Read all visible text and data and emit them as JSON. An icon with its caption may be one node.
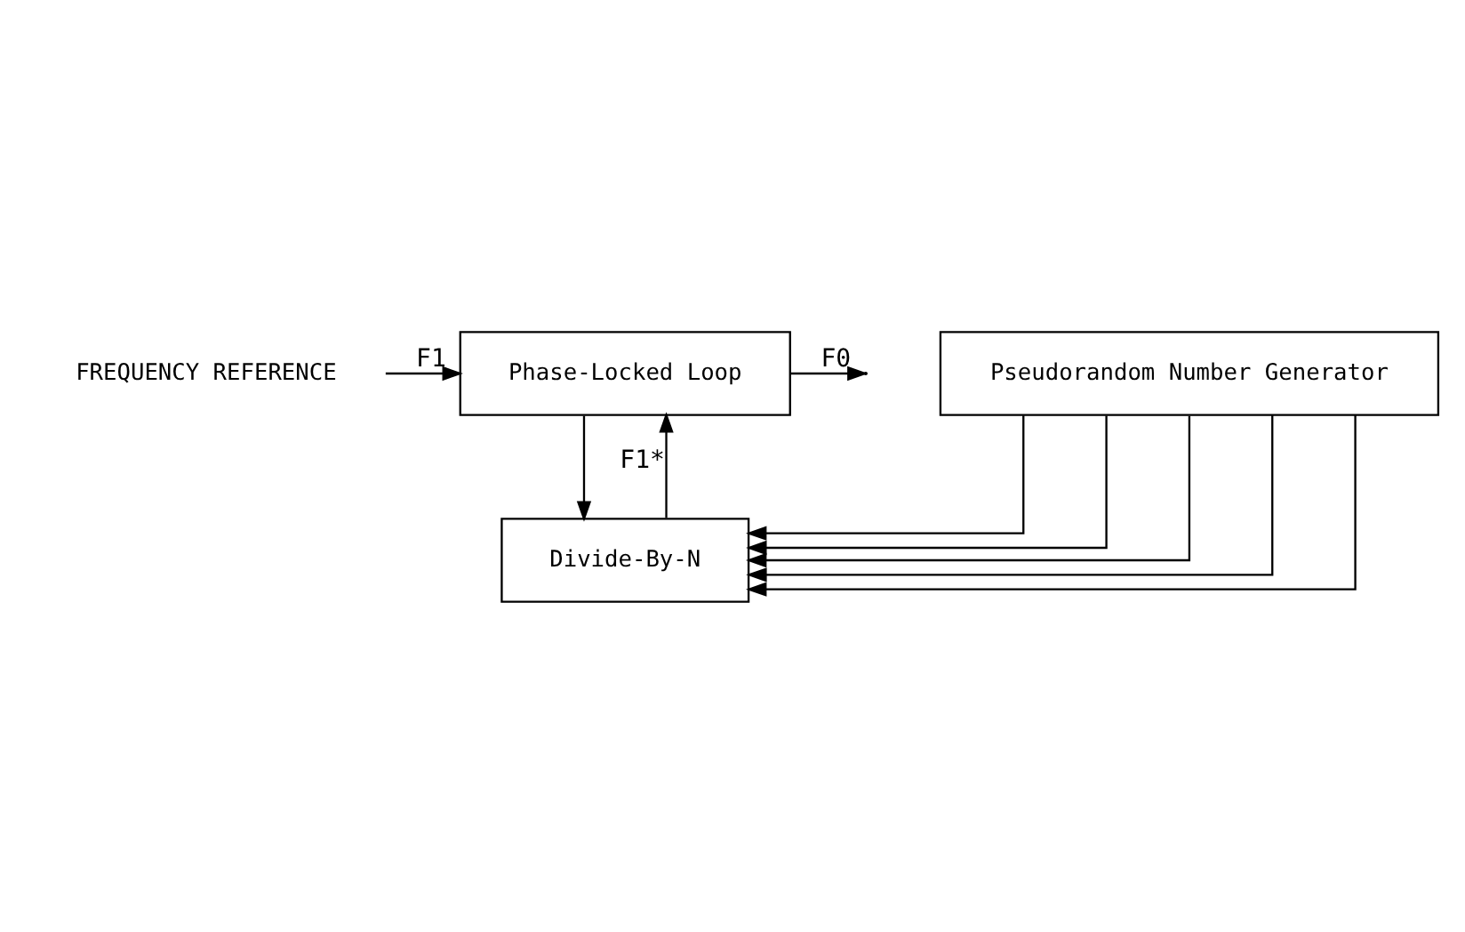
{
  "diagram": {
    "nodes": [
      {
        "text": [
          "FREQUENCY REFERENCE"
        ]
      },
      {
        "text": [
          "Phase-Locked Loop"
        ]
      },
      {
        "text": [
          "Divide-By-N"
        ]
      },
      {
        "text": [
          "Pseudorandom Number Generator"
        ]
      }
    ],
    "edges": [
      {
        "from": 0,
        "to": 1,
        "arrow": "to",
        "label": "F1"
      },
      {
        "from": 2,
        "to": 1,
        "arrow": "to",
        "label": "F1*"
      },
      {
        "from": 1,
        "to": null,
        "arrow": "to",
        "label": "F0"
      },
      {
        "from": 1,
        "to": 2,
        "arrow": "to"
      },
      {
        "from": 3,
        "to": 2,
        "arrow": "to"
      },
      {
        "from": 3,
        "to": 2,
        "arrow": "to"
      },
      {
        "from": 3,
        "to": 2,
        "arrow": "to"
      },
      {
        "from": 3,
        "to": 2,
        "arrow": "to"
      },
      {
        "from": 3,
        "to": 2,
        "arrow": "to"
      }
    ]
  }
}
